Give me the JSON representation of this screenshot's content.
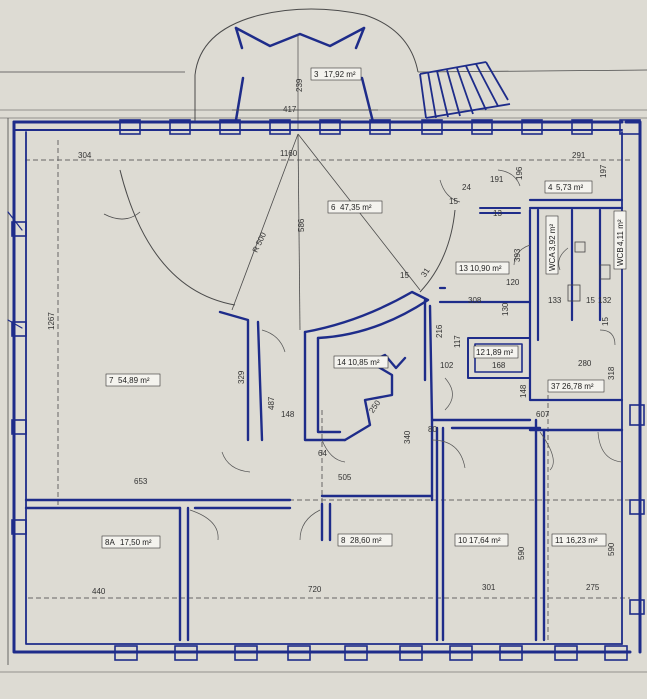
{
  "drawing": {
    "rooms": [
      {
        "id": "room-3",
        "number": "3",
        "area": "17,92 m²"
      },
      {
        "id": "room-6",
        "number": "6",
        "area": "47,35 m²"
      },
      {
        "id": "room-4",
        "number": "4",
        "area": "5,73 m²"
      },
      {
        "id": "room-wca",
        "number": "WCA",
        "area": "3,92 m²"
      },
      {
        "id": "room-wcb",
        "number": "WCB",
        "area": "4,11 m²"
      },
      {
        "id": "room-13",
        "number": "13",
        "area": "10,90 m²"
      },
      {
        "id": "room-7",
        "number": "7",
        "area": "54,89 m²"
      },
      {
        "id": "room-14",
        "number": "14",
        "area": "10,85 m²"
      },
      {
        "id": "room-12",
        "number": "12",
        "area": "1,89 m²"
      },
      {
        "id": "room-37",
        "number": "37",
        "area": "26,78 m²"
      },
      {
        "id": "room-8a",
        "number": "8A",
        "area": "17,50 m²"
      },
      {
        "id": "room-8",
        "number": "8",
        "area": "28,60 m²"
      },
      {
        "id": "room-10",
        "number": "10",
        "area": "17,64 m²"
      },
      {
        "id": "room-11",
        "number": "11",
        "area": "16,23 m²"
      }
    ],
    "dimensions": {
      "d_239": "239",
      "d_417": "417",
      "d_304": "304",
      "d_1160": "1160",
      "d_291": "291",
      "d_191": "191",
      "d_196": "196",
      "d_197": "197",
      "d_24": "24",
      "d_15a": "15",
      "d_13": "13",
      "d_586": "586",
      "d_r500": "R 500",
      "d_15b": "15",
      "d_31": "31",
      "d_393": "393",
      "d_308": "308",
      "d_120": "120",
      "d_130": "130",
      "d_133": "133",
      "d_15c": "15",
      "d_132": "132",
      "d_15d": "15",
      "d_216": "216",
      "d_117": "117",
      "d_102": "102",
      "d_168": "168",
      "d_280": "280",
      "d_148": "148",
      "d_318": "318",
      "d_607": "607",
      "d_1267": "1267",
      "d_329": "329",
      "d_487": "487",
      "d_148b": "148",
      "d_250": "250",
      "d_340": "340",
      "d_80": "80",
      "d_64": "64",
      "d_653": "653",
      "d_505": "505",
      "d_590a": "590",
      "d_590b": "590",
      "d_440": "440",
      "d_720": "720",
      "d_301": "301",
      "d_275": "275"
    }
  }
}
